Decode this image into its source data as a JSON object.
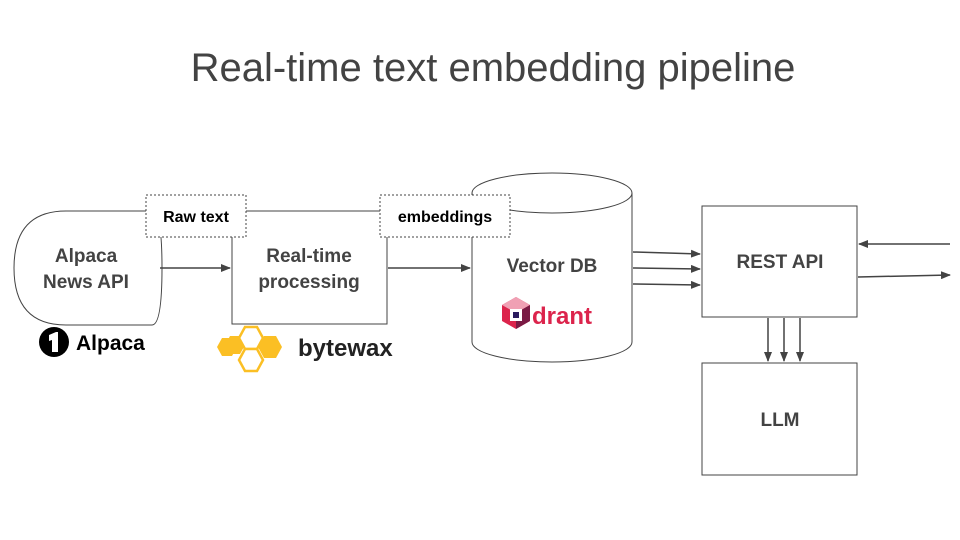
{
  "title": "Real-time text embedding pipeline",
  "nodes": {
    "alpaca": {
      "line1": "Alpaca",
      "line2": "News API"
    },
    "processing": {
      "line1": "Real-time",
      "line2": "processing"
    },
    "vectordb": {
      "label": "Vector DB"
    },
    "restapi": {
      "label": "REST API"
    },
    "llm": {
      "label": "LLM"
    }
  },
  "tags": {
    "raw_text": "Raw text",
    "embeddings": "embeddings"
  },
  "logos": {
    "alpaca": {
      "text": "Alpaca",
      "icon": "alpaca-logo-icon",
      "color": "#000000"
    },
    "bytewax": {
      "text": "bytewax",
      "icon": "bytewax-hexagon-icon",
      "color": "#fbbf24"
    },
    "qdrant": {
      "text": "drant",
      "icon": "qdrant-logo-icon",
      "color": "#dc244c"
    }
  },
  "colors": {
    "stroke": "#434343",
    "text": "#434343"
  }
}
